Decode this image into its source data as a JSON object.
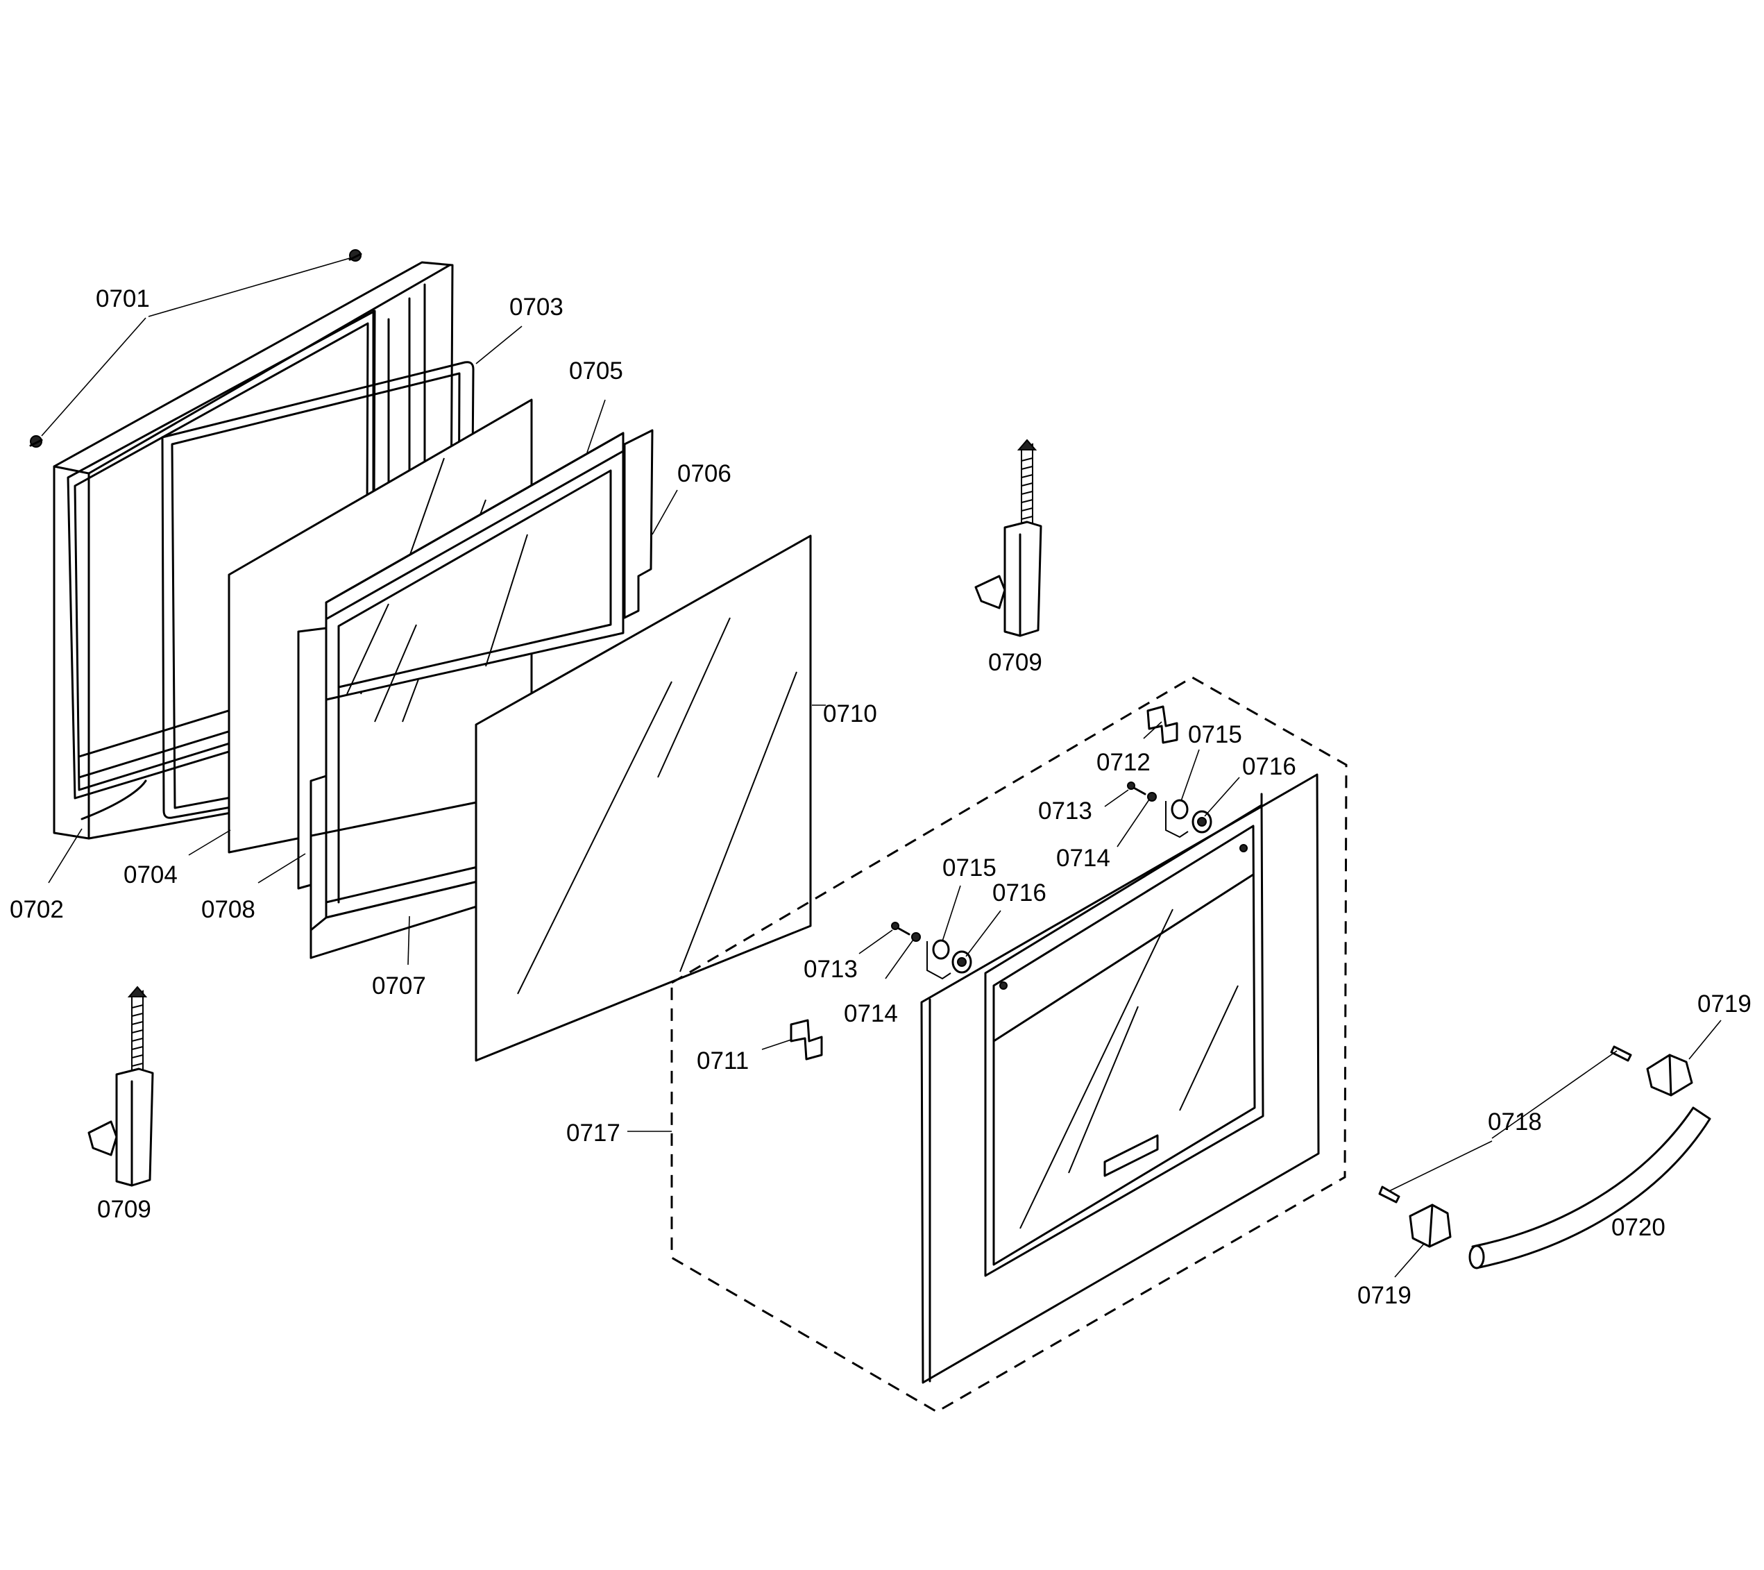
{
  "part_labels": {
    "p0701": "0701",
    "p0702": "0702",
    "p0703": "0703",
    "p0704": "0704",
    "p0705": "0705",
    "p0706": "0706",
    "p0707": "0707",
    "p0708": "0708",
    "p0709a": "0709",
    "p0709b": "0709",
    "p0710": "0710",
    "p0711": "0711",
    "p0712": "0712",
    "p0713a": "0713",
    "p0713b": "0713",
    "p0714a": "0714",
    "p0714b": "0714",
    "p0715a": "0715",
    "p0715b": "0715",
    "p0716a": "0716",
    "p0716b": "0716",
    "p0717": "0717",
    "p0718": "0718",
    "p0719a": "0719",
    "p0719b": "0719",
    "p0720": "0720"
  }
}
